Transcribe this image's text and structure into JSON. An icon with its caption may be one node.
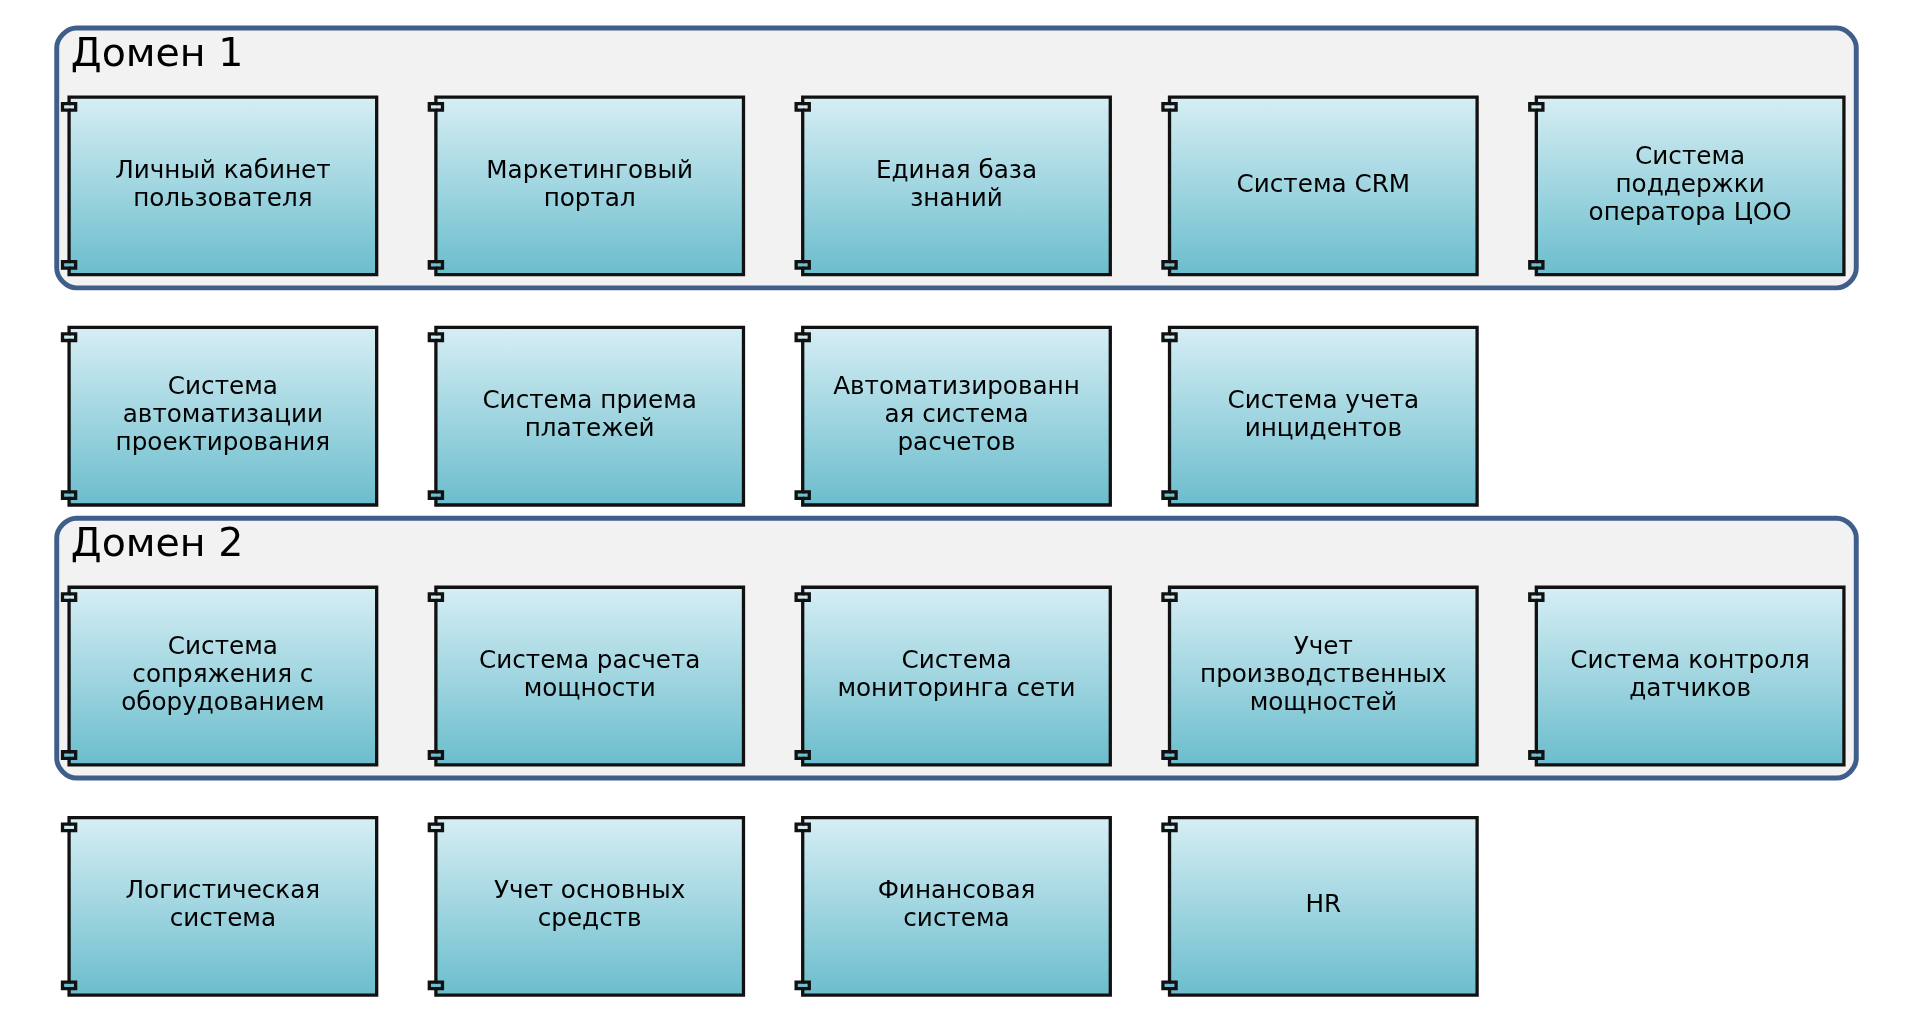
{
  "diagram": {
    "nodes": [
      {
        "text": [
          "Домен 1"
        ]
      },
      {
        "text": [
          "Личный кабинет пользователя"
        ],
        "in": 0
      },
      {
        "text": [
          "Маркетинговый портал"
        ],
        "in": 0
      },
      {
        "text": [
          "Единая база знаний"
        ],
        "in": 0
      },
      {
        "text": [
          "Система CRM"
        ],
        "in": 0
      },
      {
        "text": [
          "Система поддержки оператора ЦОО"
        ],
        "in": 0
      },
      {
        "text": [
          "Система автоматизации проектирования"
        ]
      },
      {
        "text": [
          "Система приема платежей"
        ]
      },
      {
        "text": [
          "Автоматизированная система расчетов"
        ]
      },
      {
        "text": [
          "Система учета инцидентов"
        ]
      },
      {
        "text": [
          "Домен 2"
        ]
      },
      {
        "text": [
          "Система сопряжения с оборудованием"
        ],
        "in": 10
      },
      {
        "text": [
          "Система расчета мощности"
        ],
        "in": 10
      },
      {
        "text": [
          "Система мониторинга сети"
        ],
        "in": 10
      },
      {
        "text": [
          "Учет производственных мощностей"
        ],
        "in": 10
      },
      {
        "text": [
          "Система контроля датчиков"
        ],
        "in": 10
      },
      {
        "text": [
          "Логистическая система"
        ]
      },
      {
        "text": [
          "Учет основных средств"
        ]
      },
      {
        "text": [
          "Финансовая система"
        ]
      },
      {
        "text": [
          "HR"
        ]
      }
    ]
  }
}
